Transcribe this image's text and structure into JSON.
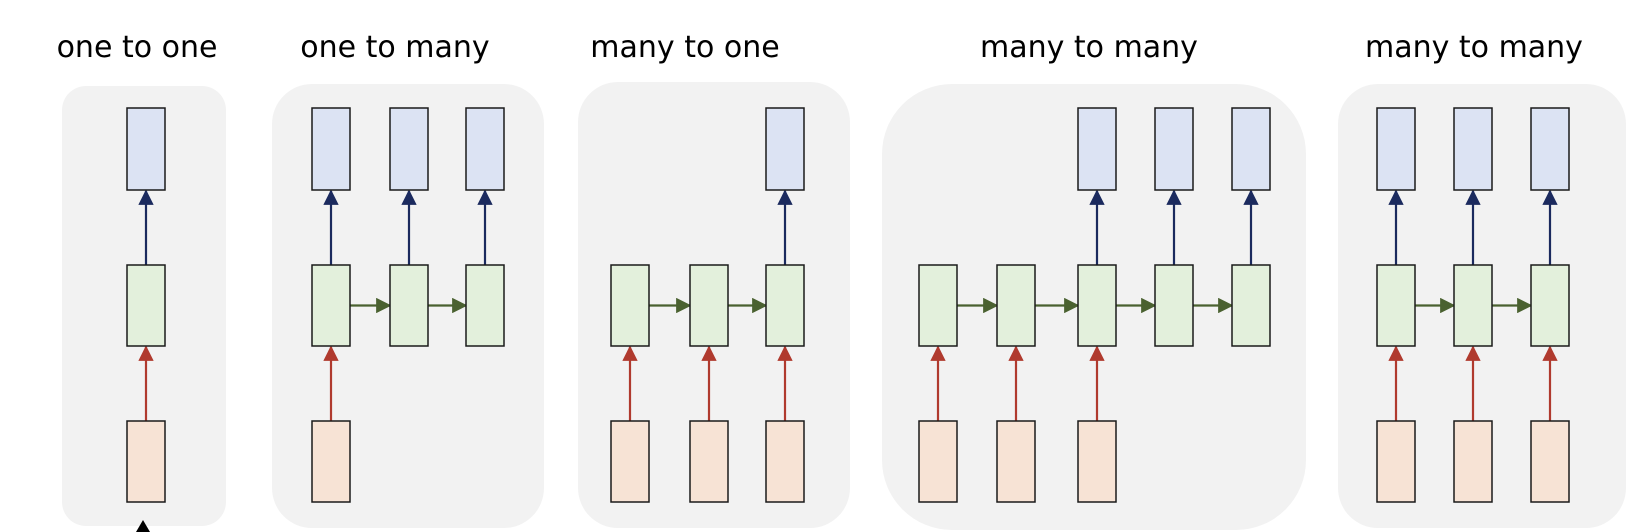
{
  "titles": {
    "one_to_one": "one to one",
    "one_to_many": "one to many",
    "many_to_one": "many to one",
    "many_to_many_a": "many to many",
    "many_to_many_b": "many to many"
  },
  "colors": {
    "panel": "#f2f2f2",
    "output_box": "#dce3f3",
    "hidden_box": "#e3f0dc",
    "input_box": "#f7e3d5",
    "box_border": "#1a1a1a",
    "input_arrow": "#b03a2e",
    "output_arrow": "#1b2a5e",
    "recurrent_arrow": "#4a6130"
  },
  "diagrams": [
    {
      "name": "one-to-one",
      "inputs": [
        true
      ],
      "hidden": 1,
      "outputs": [
        true
      ],
      "col_offset": 0
    },
    {
      "name": "one-to-many",
      "inputs": [
        true,
        false,
        false
      ],
      "hidden": 3,
      "outputs": [
        true,
        true,
        true
      ],
      "col_offset": 0
    },
    {
      "name": "many-to-one",
      "inputs": [
        true,
        true,
        true
      ],
      "hidden": 3,
      "outputs": [
        false,
        false,
        true
      ],
      "col_offset": 0
    },
    {
      "name": "many-to-many-a",
      "inputs": [
        true,
        true,
        true,
        false,
        false
      ],
      "hidden": 5,
      "outputs": [
        false,
        false,
        true,
        true,
        true
      ],
      "col_offset": 0
    },
    {
      "name": "many-to-many-b",
      "inputs": [
        true,
        true,
        true
      ],
      "hidden": 3,
      "outputs": [
        true,
        true,
        true
      ],
      "col_offset": 0
    }
  ]
}
